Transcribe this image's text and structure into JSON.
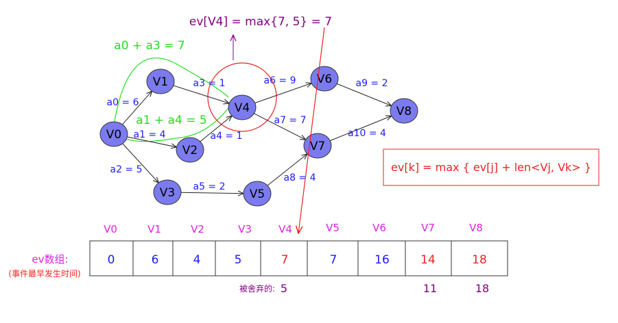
{
  "colors": {
    "node_fill": "#7b7bef",
    "edge_label": "#1a1aff",
    "green": "#22dd22",
    "red": "#ee2222",
    "purple": "#800080",
    "magenta": "#e020e0",
    "red_label": "#ff2222"
  },
  "header_text": "ev[V4] = max{7, 5} = 7",
  "annotations": {
    "path_a0_a3": "a0 + a3 = 7",
    "path_a1_a4": "a1 + a4 = 5"
  },
  "formula": "ev[k] = max { ev[j] + len<Vj, Vk> }",
  "nodes": [
    {
      "id": "V0",
      "label": "V0"
    },
    {
      "id": "V1",
      "label": "V1"
    },
    {
      "id": "V2",
      "label": "V2"
    },
    {
      "id": "V3",
      "label": "V3"
    },
    {
      "id": "V4",
      "label": "V4"
    },
    {
      "id": "V5",
      "label": "V5"
    },
    {
      "id": "V6",
      "label": "V6"
    },
    {
      "id": "V7",
      "label": "V7"
    },
    {
      "id": "V8",
      "label": "V8"
    }
  ],
  "edges": [
    {
      "from": "V0",
      "to": "V1",
      "label": "a0 = 6"
    },
    {
      "from": "V0",
      "to": "V2",
      "label": "a1 = 4"
    },
    {
      "from": "V0",
      "to": "V3",
      "label": "a2 = 5"
    },
    {
      "from": "V1",
      "to": "V4",
      "label": "a3 = 1"
    },
    {
      "from": "V2",
      "to": "V4",
      "label": "a4 = 1"
    },
    {
      "from": "V3",
      "to": "V5",
      "label": "a5 = 2"
    },
    {
      "from": "V4",
      "to": "V6",
      "label": "a6 = 9"
    },
    {
      "from": "V4",
      "to": "V7",
      "label": "a7 = 7"
    },
    {
      "from": "V5",
      "to": "V7",
      "label": "a8 = 4"
    },
    {
      "from": "V6",
      "to": "V8",
      "label": "a9 = 2"
    },
    {
      "from": "V7",
      "to": "V8",
      "label": "a10 = 4"
    }
  ],
  "array": {
    "label": "ev数组:",
    "sublabel": "(事件最早发生时间)",
    "headers": [
      "V0",
      "V1",
      "V2",
      "V3",
      "V4",
      "V5",
      "V6",
      "V7",
      "V8"
    ],
    "values": [
      "0",
      "6",
      "4",
      "5",
      "7",
      "7",
      "16",
      "14",
      "18"
    ],
    "highlighted": [
      false,
      false,
      false,
      false,
      true,
      false,
      false,
      true,
      true
    ]
  },
  "discarded": {
    "label": "被舍弃的:",
    "v4": "5",
    "v7": "11",
    "v8": "18"
  }
}
